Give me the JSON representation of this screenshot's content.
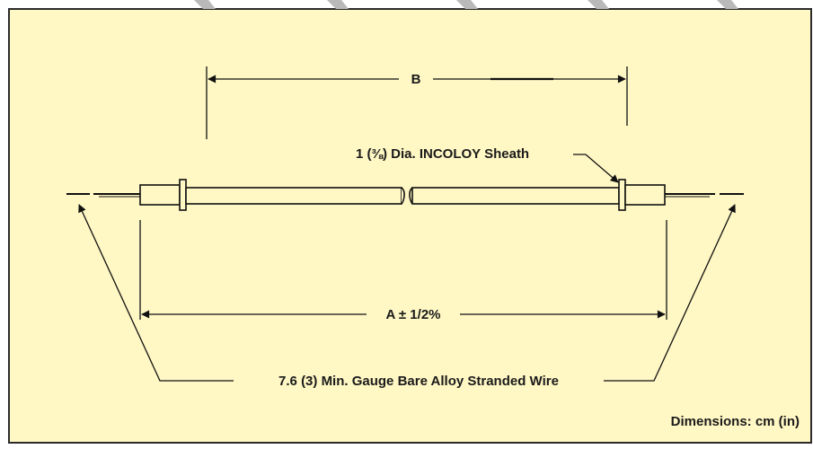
{
  "colors": {
    "background": "#FFF7C4",
    "border": "#2b2b2b",
    "line": "#111111",
    "tube_fill": "#FFF7C4"
  },
  "labels": {
    "dimension_b": "B",
    "sheath": "1 (⅜) Dia. INCOLOY Sheath",
    "dimension_a": "A ± 1/2%",
    "wire": "7.6 (3) Min. Gauge Bare Alloy Stranded Wire",
    "units": "Dimensions: cm (in)"
  }
}
